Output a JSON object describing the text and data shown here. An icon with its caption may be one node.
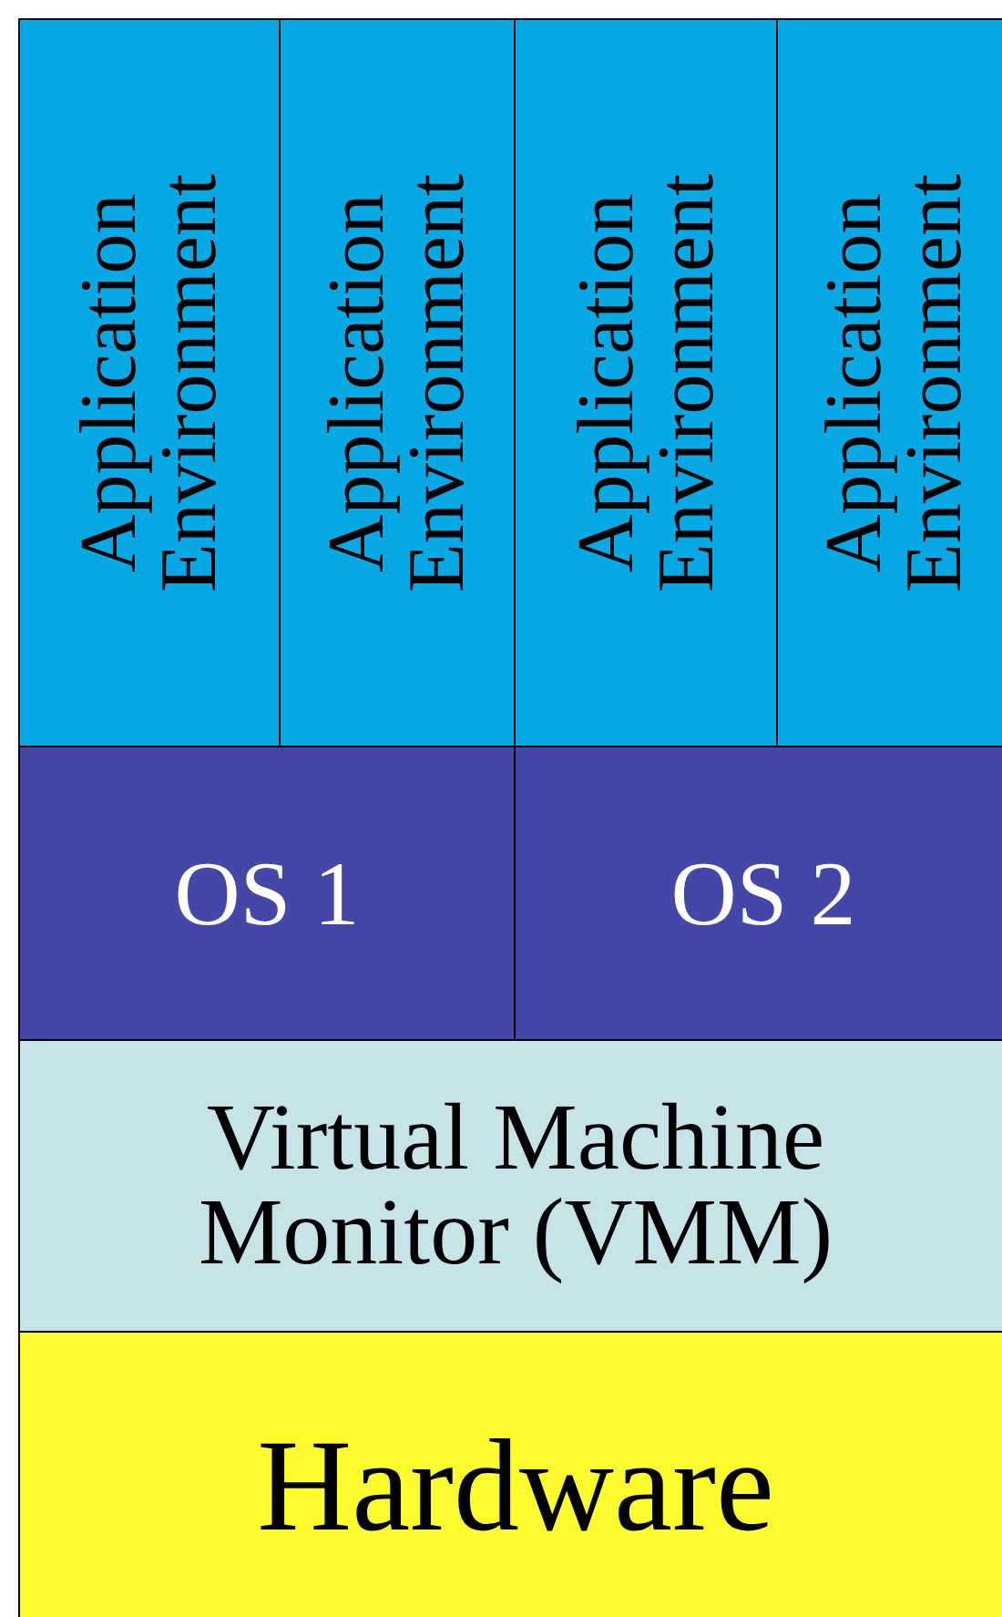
{
  "diagram": {
    "nodes": [
      {
        "text": [
          "Application Environment"
        ]
      },
      {
        "text": [
          "Application Environment"
        ]
      },
      {
        "text": [
          "Application Environment"
        ]
      },
      {
        "text": [
          "Application Environment"
        ]
      },
      {
        "text": [
          "OS 1"
        ]
      },
      {
        "text": [
          "OS 2"
        ]
      },
      {
        "text": [
          "Virtual Machine Monitor (VMM)"
        ]
      },
      {
        "text": [
          "Hardware"
        ]
      }
    ]
  }
}
